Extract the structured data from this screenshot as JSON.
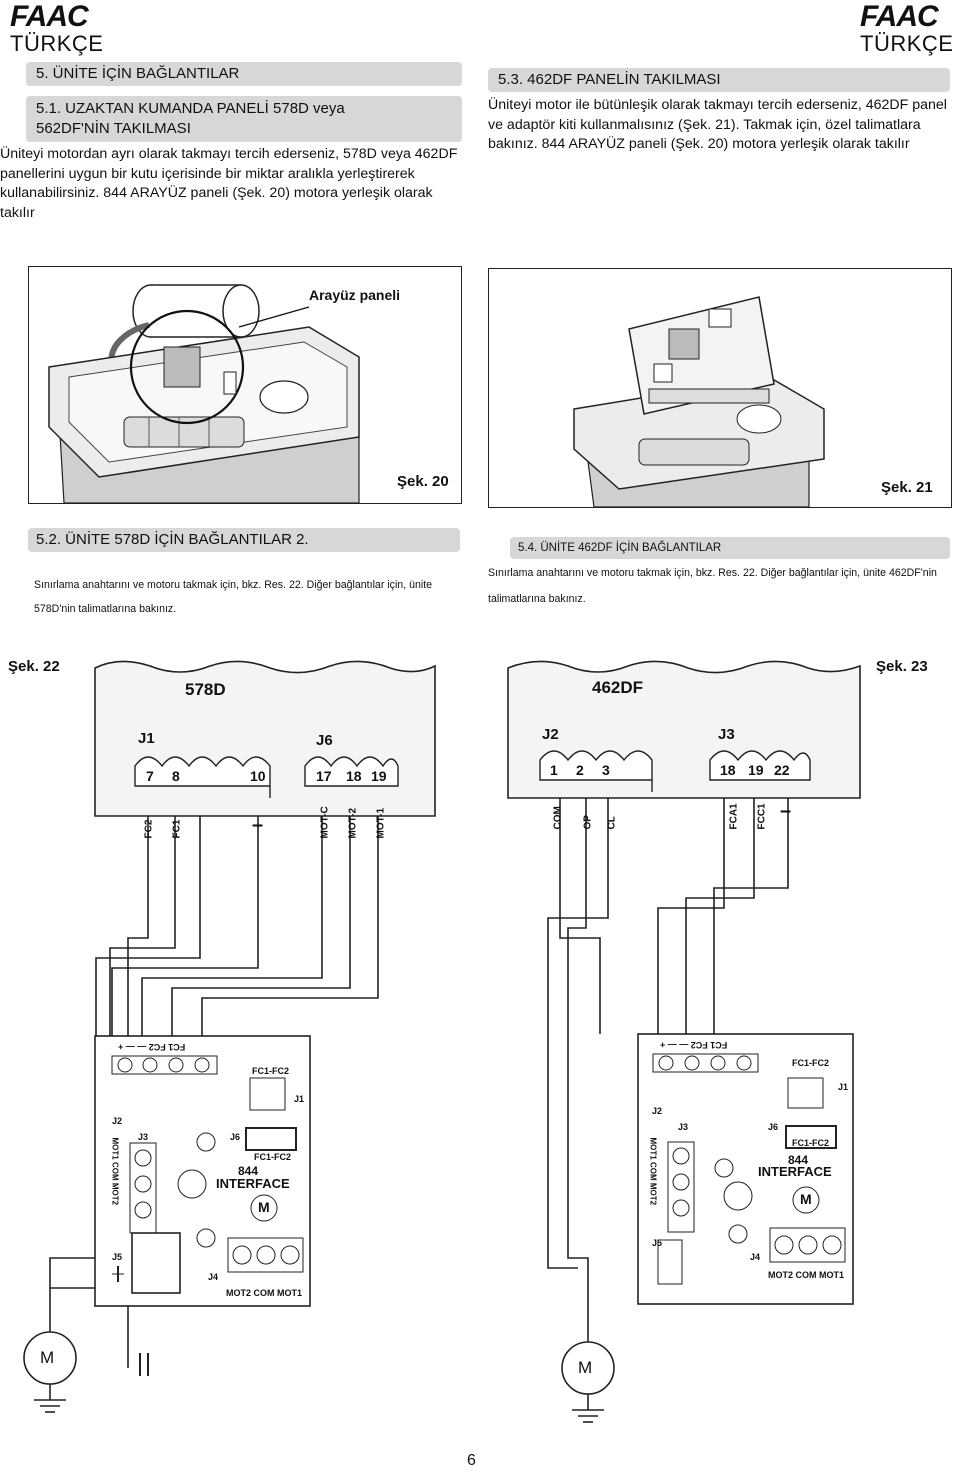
{
  "header": {
    "logo_left": "FAAC",
    "lang_left": "TÜRKÇE",
    "logo_right": "FAAC",
    "lang_right": "TÜRKÇE"
  },
  "sections": {
    "s5": {
      "heading": "5.   ÜNİTE İÇİN BAĞLANTILAR"
    },
    "s5_1": {
      "heading_line1": "5.1.   UZAKTAN KUMANDA PANELİ 578D veya",
      "heading_line2": "562DF'NİN TAKILMASI",
      "body": "Üniteyi motordan ayrı olarak takmayı tercih ederseniz, 578D veya 462DF panellerini uygun bir kutu içerisinde bir miktar aralıkla yerleştirerek kullanabilirsiniz.  844 ARAYÜZ paneli (Şek. 20) motora yerleşik olarak takılır"
    },
    "s5_3": {
      "heading": "5.3.   462DF PANELİN TAKILMASI",
      "body": "Üniteyi motor ile bütünleşik olarak takmayı tercih ederseniz, 462DF panel ve adaptör kiti kullanmalısınız (Şek. 21). Takmak için, özel talimatlara bakınız. 844 ARAYÜZ paneli (Şek. 20) motora yerleşik olarak takılır"
    },
    "s5_2": {
      "heading": "5.2.   ÜNİTE 578D İÇİN BAĞLANTILAR 2.",
      "body_line1": "Sınırlama anahtarını ve motoru takmak için, bkz. Res. 22. Diğer bağlantılar için, ünite",
      "body_line2": "578D'nin talimatlarına bakınız."
    },
    "s5_4": {
      "heading": "5.4.   ÜNİTE 462DF İÇİN BAĞLANTILAR",
      "body_line1": "Sınırlama anahtarını ve motoru takmak için, bkz. Res. 22. Diğer bağlantılar için, ünite 462DF'nin",
      "body_line2": "talimatlarına bakınız."
    }
  },
  "figures": {
    "fig20": {
      "callout": "Arayüz paneli",
      "caption": "Şek. 20"
    },
    "fig21": {
      "caption": "Şek. 21"
    },
    "fig22": {
      "caption": "Şek. 22",
      "board": "578D",
      "conn_j1": "J1",
      "conn_j6": "J6",
      "pins_j1": [
        "7",
        "8",
        "10"
      ],
      "pins_j6": [
        "17",
        "18",
        "19"
      ],
      "wire_labels": [
        "FC2",
        "FC1",
        "–",
        "MOT-C",
        "MOT-2",
        "MOT-1"
      ],
      "iface": {
        "top_labels": "FC1  FC2  —  —  +",
        "fc_top": "FC1-FC2",
        "j1": "J1",
        "j2": "J2",
        "j3": "J3",
        "j6": "J6",
        "fc_mid": "FC1-FC2",
        "title1": "844",
        "title2": "INTERFACE",
        "m": "M",
        "side": "MOT1 COM MOT2",
        "j5": "J5",
        "j4": "J4",
        "bottom": "MOT2 COM  MOT1"
      },
      "motor": "M"
    },
    "fig23": {
      "caption": "Şek. 23",
      "board": "462DF",
      "conn_j2": "J2",
      "conn_j3": "J3",
      "pins_j2": [
        "1",
        "2",
        "3"
      ],
      "pins_j3": [
        "18",
        "19",
        "22"
      ],
      "wire_labels": [
        "COM",
        "OP",
        "CL",
        "FCA1",
        "FCC1",
        "–"
      ],
      "iface": {
        "top_labels": "FC1  FC2  —  —  +",
        "fc_top": "FC1-FC2",
        "j1": "J1",
        "j2": "J2",
        "j3": "J3",
        "j6": "J6",
        "fc_mid": "FC1-FC2",
        "title1": "844",
        "title2": "INTERFACE",
        "m": "M",
        "side": "MOT1 COM MOT2",
        "j5": "J5",
        "j4": "J4",
        "bottom": "MOT2 COM  MOT1"
      },
      "motor": "M"
    }
  },
  "page_number": "6"
}
